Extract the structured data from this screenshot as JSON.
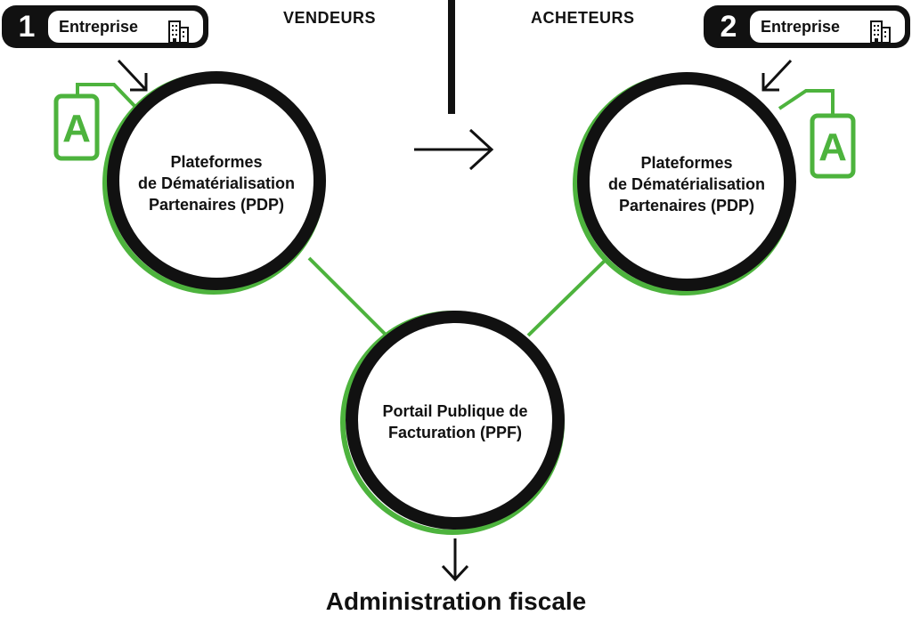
{
  "colors": {
    "green": "#4db33d",
    "black": "#111111",
    "white": "#ffffff"
  },
  "header": {
    "left_badge": {
      "number": "1",
      "label": "Entreprise",
      "icon": "building-icon"
    },
    "right_badge": {
      "number": "2",
      "label": "Entreprise",
      "icon": "building-icon"
    },
    "sellers_label": "VENDEURS",
    "buyers_label": "ACHETEURS"
  },
  "nodes": {
    "left": {
      "line1": "Plateformes",
      "line2": "de Dématérialisation",
      "line3": "Partenaires (PDP)",
      "tag": "A"
    },
    "right": {
      "line1": "Plateformes",
      "line2": "de Dématérialisation",
      "line3": "Partenaires (PDP)",
      "tag": "A"
    },
    "center": {
      "line1": "Portail Publique de",
      "line2": "Facturation (PPF)"
    }
  },
  "footer": {
    "label": "Administration fiscale"
  }
}
